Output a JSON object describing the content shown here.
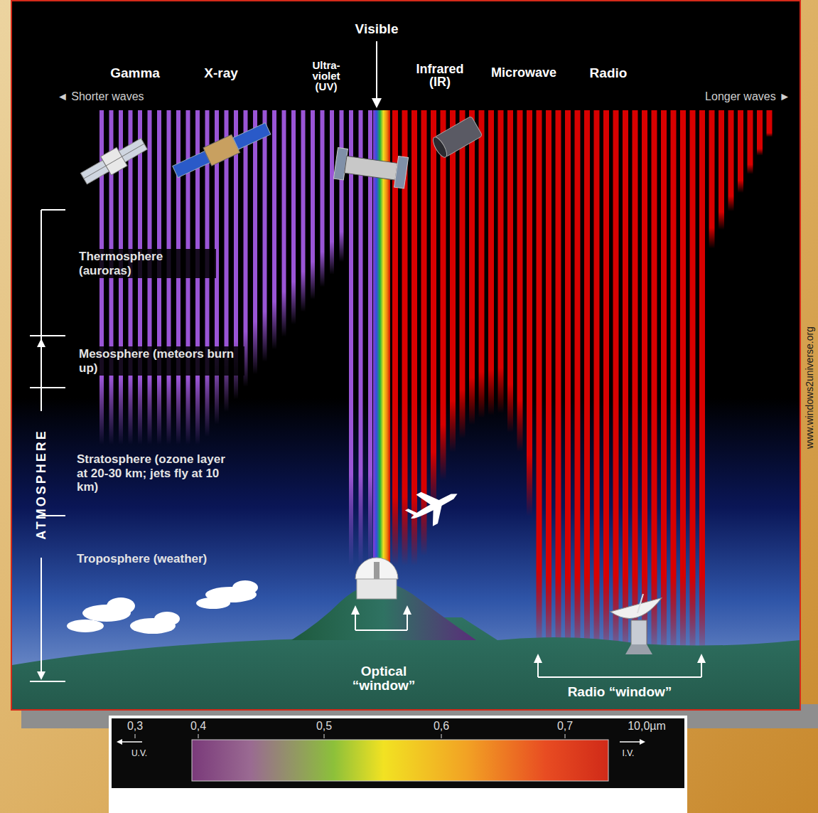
{
  "diagram": {
    "labels": [
      "Visible",
      "Gamma",
      "X-ray",
      "Ultra- violet (UV)",
      "Infrared (IR)",
      "Microwave",
      "Radio",
      "◄ Shorter waves",
      "Longer waves ►",
      "Thermosphere (auroras)",
      "Mesosphere (meteors burn up)",
      "Stratosphere (ozone layer at 20-30 km; jets fly at 10 km)",
      "Troposphere (weather)",
      "ATMOSPHERE",
      "Optical “window”",
      "Radio “window”",
      "www.windows2universe.org",
      "0,3",
      "0,4",
      "0,5",
      "0,6",
      "0,7",
      "10,0µm",
      "U.V.",
      "I.V."
    ]
  }
}
